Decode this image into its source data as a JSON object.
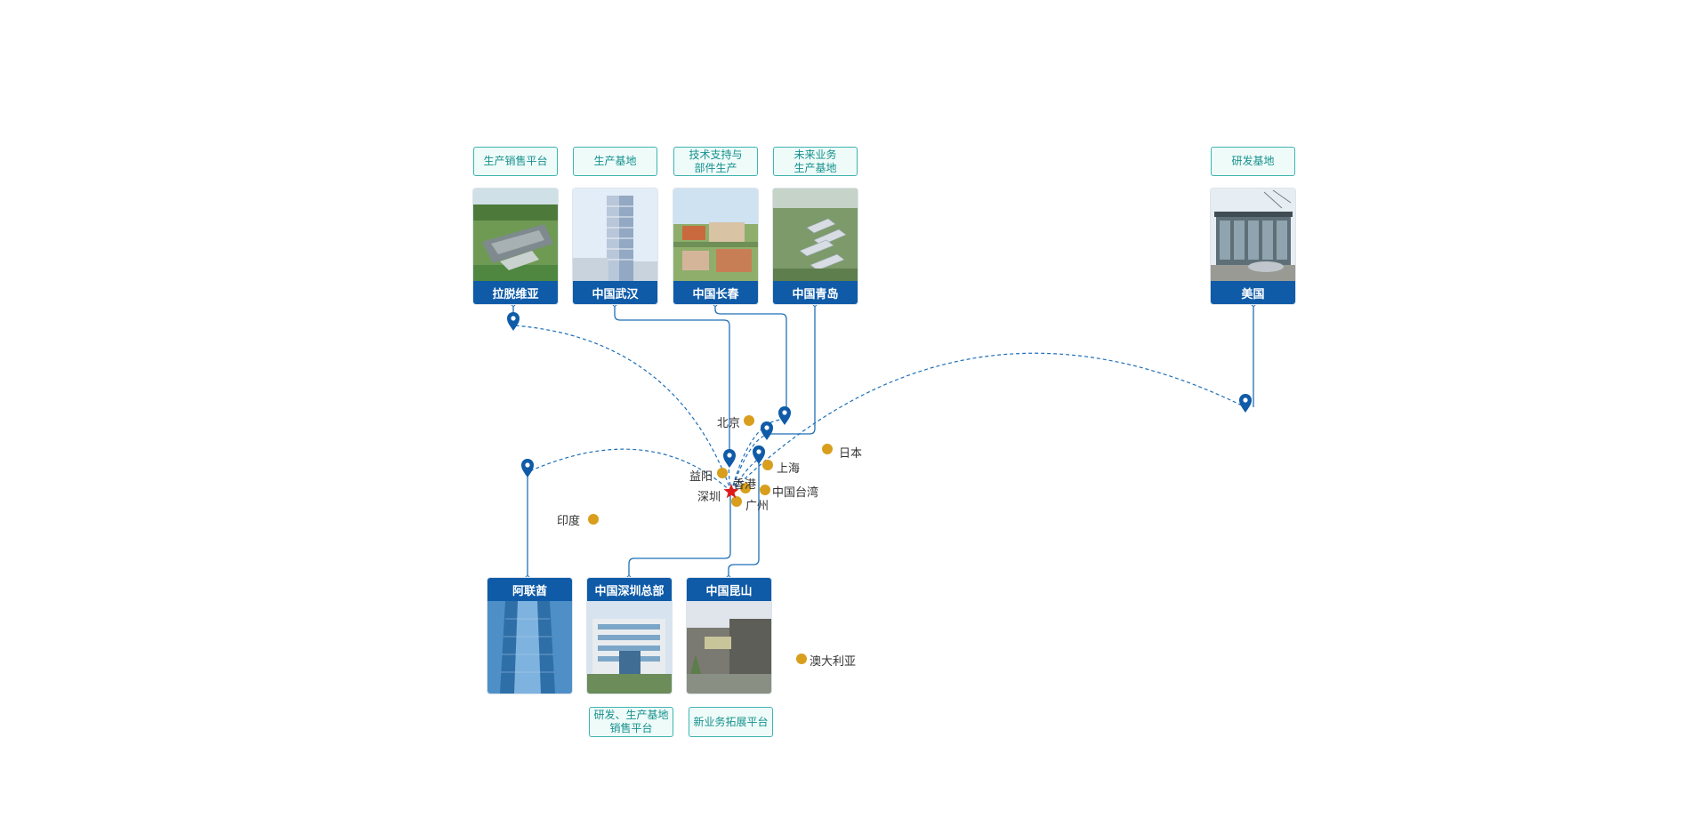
{
  "colors": {
    "accent": "#0f5ba8",
    "route_line": "#1f6fb8",
    "tag_border": "#3fb4b0",
    "tag_text": "#17918d",
    "city_dot": "#d89e1c",
    "hq_star": "#e01a1a"
  },
  "map": {
    "hq_icon": "star-icon",
    "pin_icon": "map-pin-icon",
    "city_marker_icon": "dot-icon",
    "sites": [
      {
        "id": "latvia",
        "label": "拉脱维亚",
        "tag": "生产销售平台",
        "photo": "farmland-facility"
      },
      {
        "id": "wuhan",
        "label": "中国武汉",
        "tag": "生产基地",
        "photo": "office-tower"
      },
      {
        "id": "changchun",
        "label": "中国长春",
        "tag": "技术支持与\n部件生产",
        "photo": "campus-buildings"
      },
      {
        "id": "qingdao",
        "label": "中国青岛",
        "tag": "未来业务\n生产基地",
        "photo": "industrial-park"
      },
      {
        "id": "usa",
        "label": "美国",
        "tag": "研发基地",
        "photo": "glass-office"
      },
      {
        "id": "uae",
        "label": "阿联酋",
        "tag": "",
        "photo": "glass-tower"
      },
      {
        "id": "shenzhen",
        "label": "中国深圳总部",
        "tag": "研发、生产基地\n销售平台",
        "photo": "headquarters-building"
      },
      {
        "id": "kunshan",
        "label": "中国昆山",
        "tag": "新业务拓展平台",
        "photo": "factory-building"
      }
    ],
    "cities": [
      {
        "id": "beijing",
        "name": "北京"
      },
      {
        "id": "japan",
        "name": "日本"
      },
      {
        "id": "shanghai",
        "name": "上海"
      },
      {
        "id": "yiyang",
        "name": "益阳"
      },
      {
        "id": "hongkong",
        "name": "香港"
      },
      {
        "id": "taiwan",
        "name": "中国台湾"
      },
      {
        "id": "shenzhen_city",
        "name": "深圳"
      },
      {
        "id": "guangzhou",
        "name": "广州"
      },
      {
        "id": "india",
        "name": "印度"
      },
      {
        "id": "australia",
        "name": "澳大利亚"
      }
    ]
  }
}
